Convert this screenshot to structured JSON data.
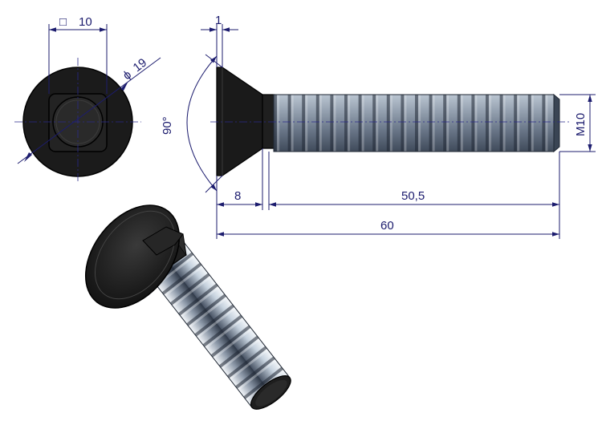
{
  "dimensions": {
    "square": "10",
    "diameter": "19",
    "head_thickness": "1",
    "angle": "90°",
    "neck_length": "8",
    "thread_length": "50,5",
    "total_length": "60",
    "thread": "M10"
  },
  "symbols": {
    "square": "□",
    "diameter": "ϕ"
  },
  "colors": {
    "dimension": "#1c1c6e",
    "head": "#1a1a1a",
    "thread_light": "#e6eef5",
    "thread_dark": "#3d4a5c"
  }
}
